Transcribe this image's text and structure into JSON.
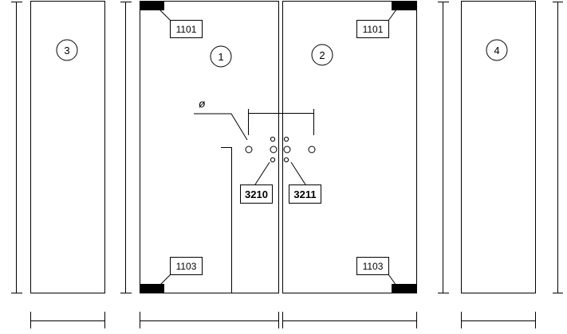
{
  "panels": {
    "left_side": "3",
    "left_door": "1",
    "right_door": "2",
    "right_side": "4"
  },
  "fittings": {
    "top_left": "1101",
    "top_right": "1101",
    "bottom_left": "1103",
    "bottom_right": "1103"
  },
  "handles": {
    "left": "3210",
    "right": "3211"
  },
  "diameter_symbol": "ø"
}
